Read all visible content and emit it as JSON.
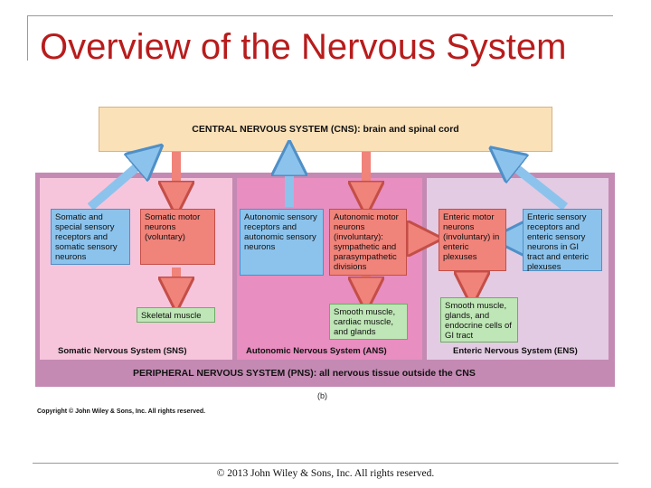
{
  "slide": {
    "title": "Overview of the Nervous System",
    "footer": "© 2013 John Wiley & Sons, Inc. All rights reserved."
  },
  "figure": {
    "cns_label": "CENTRAL NERVOUS SYSTEM (CNS): brain and spinal cord",
    "pns_label": "PERIPHERAL NERVOUS SYSTEM (PNS): all nervous tissue outside the CNS",
    "panel_letter": "(b)",
    "copyright": "Copyright © John Wiley & Sons, Inc. All rights reserved.",
    "sns": {
      "label": "Somatic Nervous System (SNS)",
      "sensory": "Somatic and special sensory receptors and somatic sensory neurons",
      "motor": "Somatic motor neurons (voluntary)",
      "effector": "Skeletal muscle"
    },
    "ans": {
      "label": "Autonomic Nervous System (ANS)",
      "sensory": "Autonomic sensory receptors and autonomic sensory neurons",
      "motor": "Autonomic motor neurons (involuntary): sympathetic and parasympathetic divisions",
      "effector": "Smooth muscle, cardiac muscle, and glands"
    },
    "ens": {
      "label": "Enteric Nervous System (ENS)",
      "motor": "Enteric motor neurons (involuntary) in enteric plexuses",
      "sensory": "Enteric sensory receptors and enteric sensory neurons in GI tract and enteric plexuses",
      "effector": "Smooth muscle, glands, and endocrine cells of GI tract"
    },
    "colors": {
      "cns": "#fbe1b8",
      "pns": "#c48ab3",
      "sns_region": "#f6c5dc",
      "ans_region": "#e88ec0",
      "ens_region": "#e3cbe3",
      "sensory": "#8cc3ec",
      "motor": "#f0837a",
      "effector": "#bfe6b6",
      "title": "#b81c1c"
    }
  }
}
